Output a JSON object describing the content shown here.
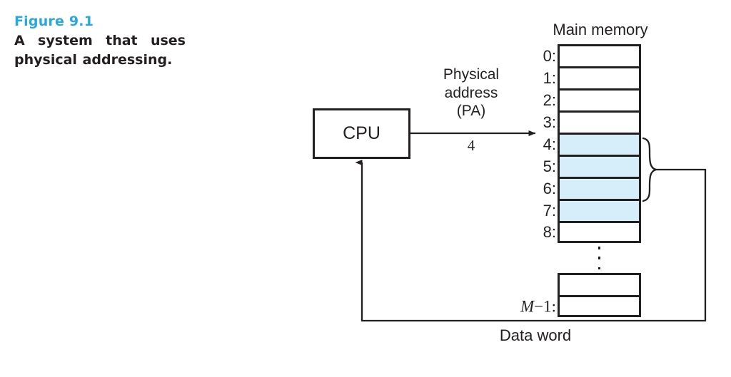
{
  "figure": {
    "number": "Figure 9.1",
    "caption": "A system that uses physical addressing.",
    "accent_color": "#29a8e0",
    "ink_color": "#231f20",
    "highlight_color": "#d6eef9"
  },
  "cpu": {
    "label": "CPU"
  },
  "bus": {
    "address_label_line1": "Physical",
    "address_label_line2": "address",
    "address_label_line3": "(PA)",
    "address_value": "4",
    "data_label": "Data word"
  },
  "memory": {
    "title": "Main memory",
    "upper_rows": [
      {
        "label": "0:",
        "highlighted": false
      },
      {
        "label": "1:",
        "highlighted": false
      },
      {
        "label": "2:",
        "highlighted": false
      },
      {
        "label": "3:",
        "highlighted": false
      },
      {
        "label": "4:",
        "highlighted": true
      },
      {
        "label": "5:",
        "highlighted": true
      },
      {
        "label": "6:",
        "highlighted": true
      },
      {
        "label": "7:",
        "highlighted": true
      },
      {
        "label": "8:",
        "highlighted": false
      }
    ],
    "ellipsis": "⋮",
    "lower_rows": [
      {
        "label": "",
        "highlighted": false
      },
      {
        "label_italic": "M",
        "label_rest": "−1:",
        "highlighted": false
      }
    ]
  }
}
